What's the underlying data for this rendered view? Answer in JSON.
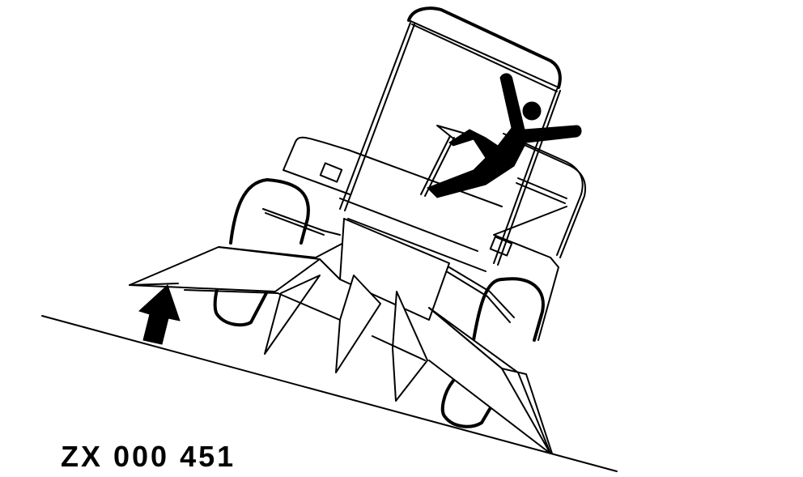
{
  "figure": {
    "reference_code": "ZX 000 451",
    "subject": "Harvester tipping over on a slope with operator falling out of cab",
    "elements": [
      "slope-line",
      "harvester-body",
      "cab",
      "operator-figure",
      "header-cutter-points",
      "wheels",
      "up-arrow"
    ],
    "colors": {
      "ink": "#000000",
      "background": "#ffffff"
    }
  }
}
